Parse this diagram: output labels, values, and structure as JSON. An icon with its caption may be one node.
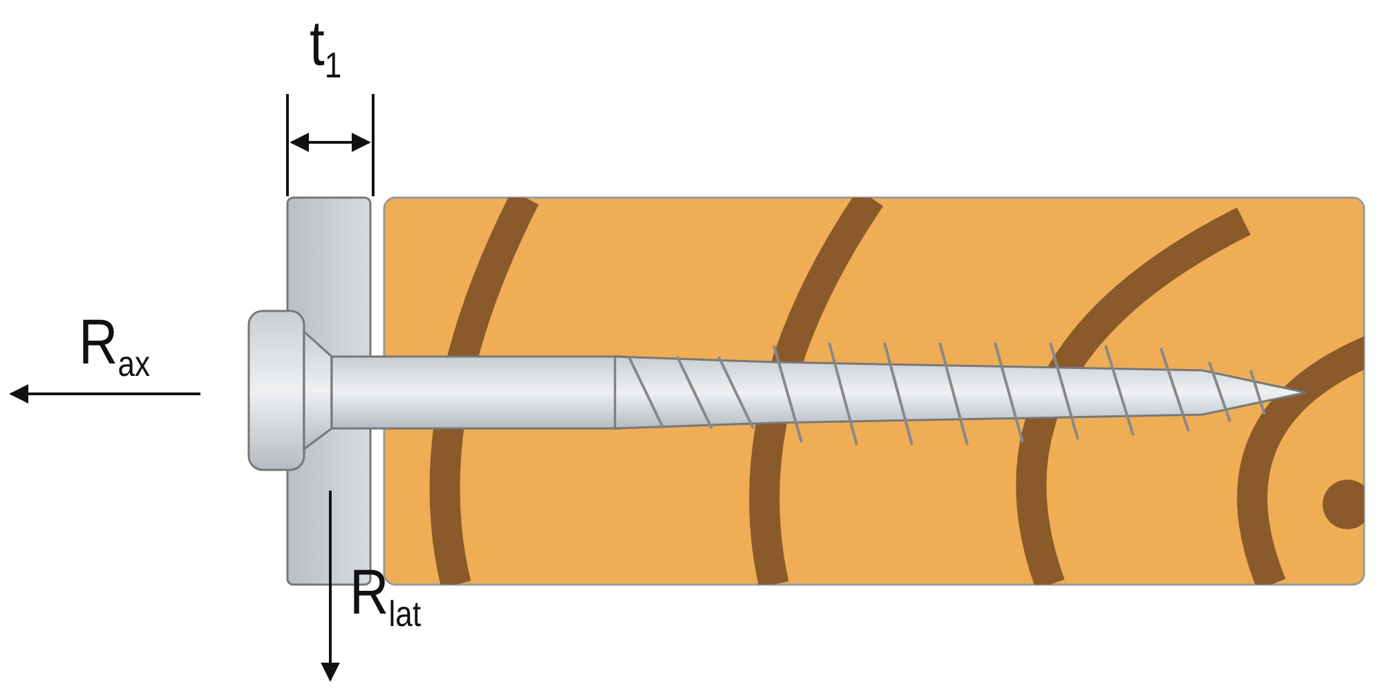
{
  "diagram": {
    "labels": [
      "t$_{1}$",
      "R$_{ax}$",
      "R$_{lat}$"
    ]
  }
}
